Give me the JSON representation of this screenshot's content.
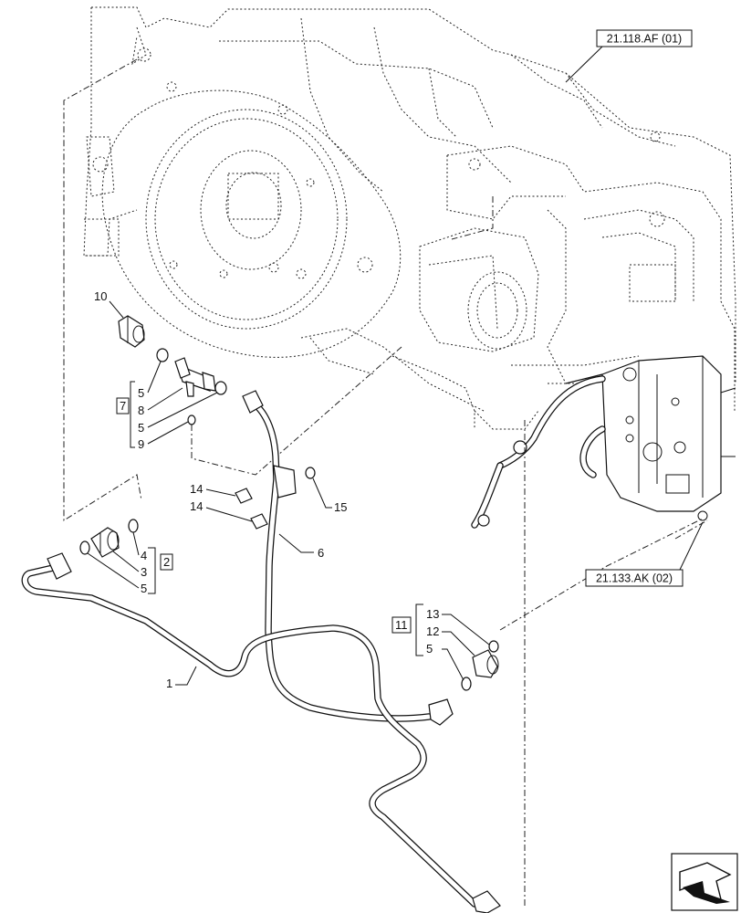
{
  "diagram": {
    "references": {
      "top_right": "21.118.AF (01)",
      "right": "21.133.AK (02)"
    },
    "groups": {
      "group_7": {
        "label": "7",
        "items": [
          "5",
          "8",
          "5",
          "9"
        ]
      },
      "group_2": {
        "label": "2",
        "items": [
          "4",
          "3",
          "5"
        ]
      },
      "group_11": {
        "label": "11",
        "items": [
          "13",
          "12",
          "5"
        ]
      }
    },
    "callouts": {
      "part_10": "10",
      "part_14_a": "14",
      "part_14_b": "14",
      "part_15": "15",
      "part_6": "6",
      "part_1": "1"
    },
    "nav_icon": "previous-page-arrow-icon"
  }
}
